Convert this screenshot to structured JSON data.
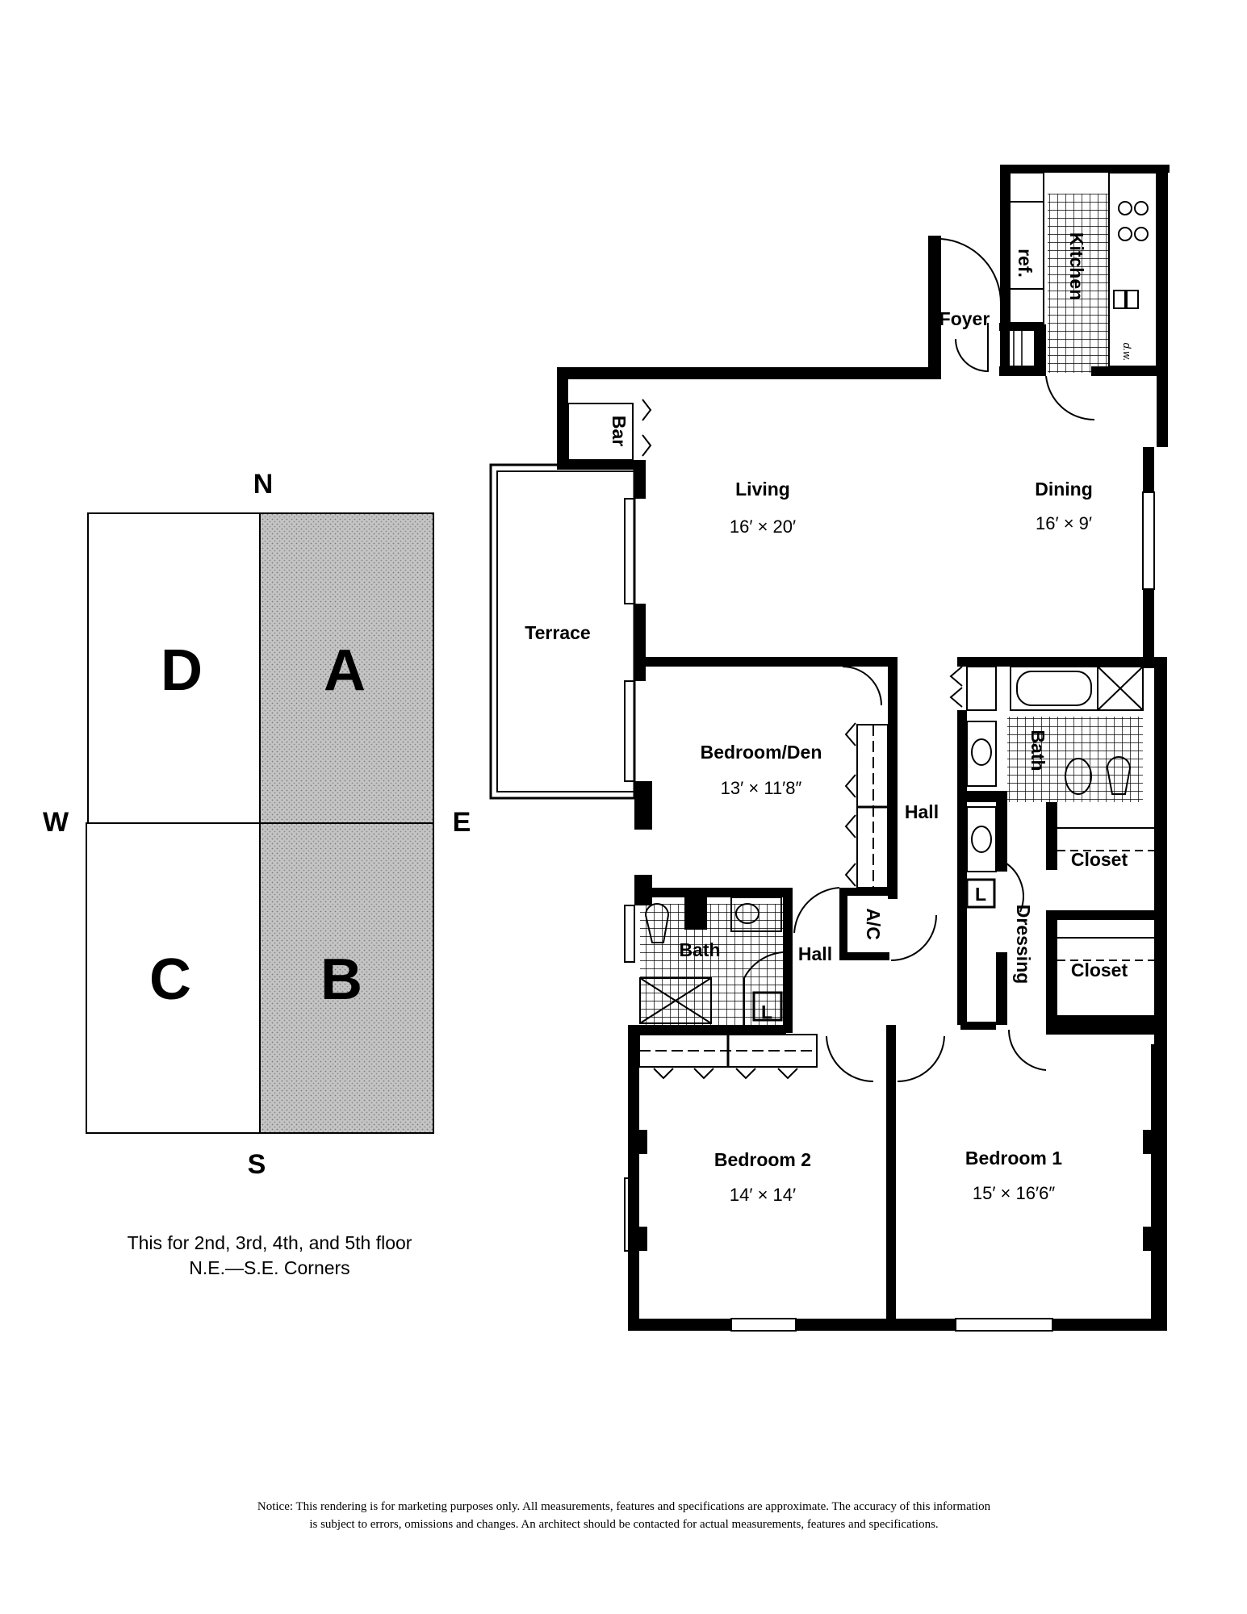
{
  "key_plan": {
    "north": "N",
    "south": "S",
    "east": "E",
    "west": "W",
    "units": {
      "d": "D",
      "a": "A",
      "c": "C",
      "b": "B"
    },
    "highlighted_units": [
      "A",
      "B"
    ],
    "highlight_color": "#b8b8b8",
    "caption_line1": "This for 2nd, 3rd, 4th, and 5th floor",
    "caption_line2": "N.E.—S.E. Corners"
  },
  "rooms": {
    "living": {
      "name": "Living",
      "dims": "16′ × 20′"
    },
    "dining": {
      "name": "Dining",
      "dims": "16′ × 9′"
    },
    "bedroom_den": {
      "name": "Bedroom/Den",
      "dims": "13′ × 11′8″"
    },
    "bedroom2": {
      "name": "Bedroom 2",
      "dims": "14′ × 14′"
    },
    "bedroom1": {
      "name": "Bedroom 1",
      "dims": "15′ × 16′6″"
    },
    "terrace": "Terrace",
    "foyer": "Foyer",
    "kitchen": "Kitchen",
    "ref": "ref.",
    "dw": "d.w.",
    "bar": "Bar",
    "hall_upper": "Hall",
    "hall_lower": "Hall",
    "ac": "A/C",
    "bath_small": "Bath",
    "bath_master": "Bath",
    "closet_upper": "Closet",
    "closet_lower": "Closet",
    "dressing": "Dressing",
    "laundry_a": "L",
    "laundry_b": "L"
  },
  "notice": {
    "line1": "Notice: This rendering is for marketing purposes only. All measurements, features and specifications are approximate. The accuracy of this information",
    "line2": "is subject to errors, omissions and changes. An architect should be contacted for actual measurements, features and specifications."
  }
}
